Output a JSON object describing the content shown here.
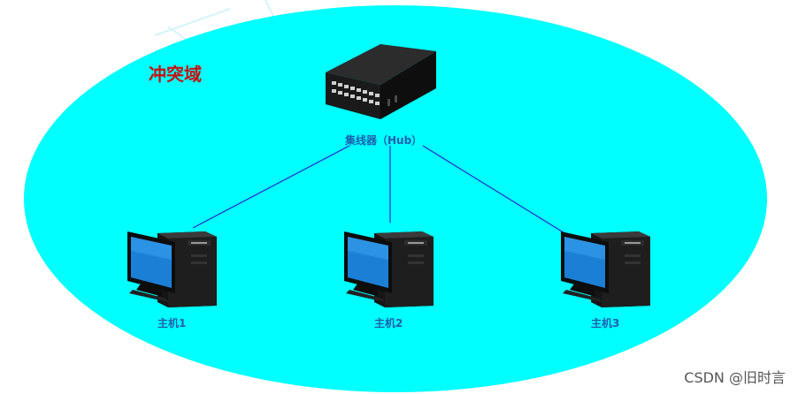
{
  "diagram": {
    "collision_domain_label": "冲突域",
    "hub_label": "集线器（Hub）",
    "hosts": [
      {
        "label": "主机1"
      },
      {
        "label": "主机2"
      },
      {
        "label": "主机3"
      }
    ]
  },
  "watermark": "CSDN @旧时言",
  "colors": {
    "domain_fill": "#00ffff",
    "link_line": "#2a2ad0",
    "domain_label": "#c81010",
    "host_label": "#1f5fae"
  }
}
